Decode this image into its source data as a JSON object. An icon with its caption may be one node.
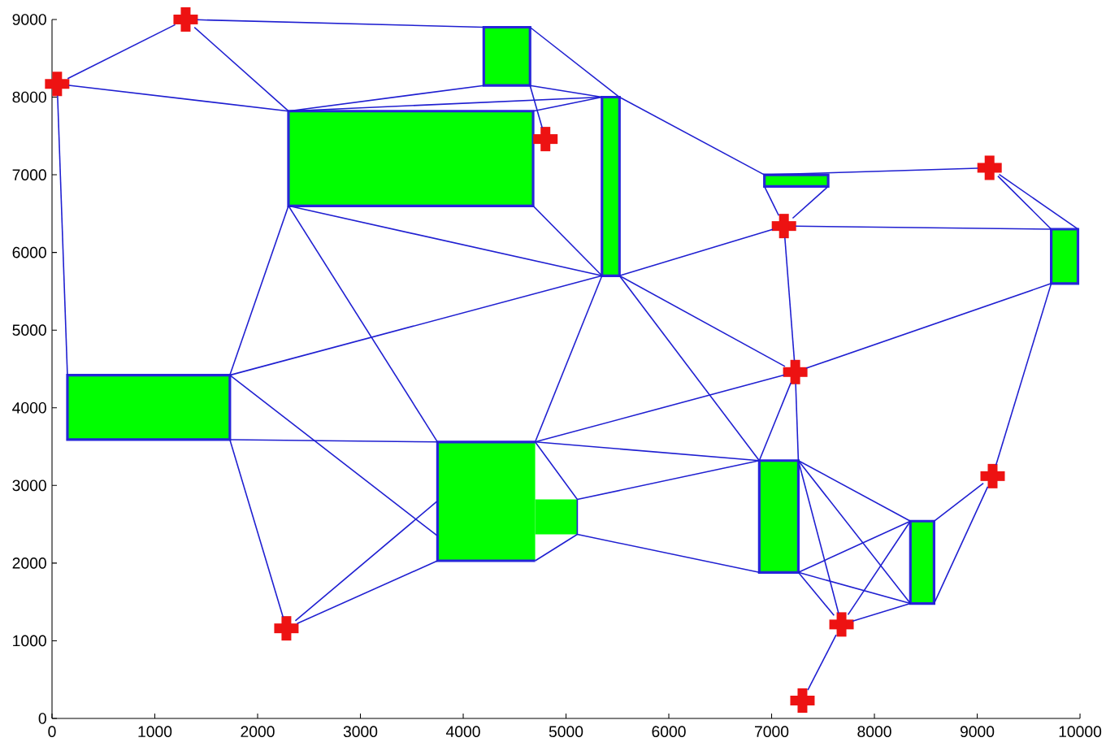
{
  "diagram": {
    "nodes": [
      {
        "text": [],
        "shape": "box"
      },
      {
        "text": [],
        "shape": "box"
      },
      {
        "text": [],
        "shape": "box"
      },
      {
        "text": [],
        "shape": "box"
      },
      {
        "text": [],
        "shape": "box"
      },
      {
        "text": [],
        "shape": "box"
      },
      {
        "text": [],
        "shape": "box"
      },
      {
        "text": [],
        "shape": "box"
      },
      {
        "text": [],
        "shape": "box"
      },
      {
        "text": [],
        "shape": "cross"
      },
      {
        "text": [],
        "shape": "cross"
      },
      {
        "text": [],
        "shape": "cross"
      },
      {
        "text": [],
        "shape": "cross"
      },
      {
        "text": [],
        "shape": "cross"
      },
      {
        "text": [],
        "shape": "cross"
      },
      {
        "text": [],
        "shape": "cross"
      },
      {
        "text": [],
        "shape": "cross"
      },
      {
        "text": [],
        "shape": "cross"
      },
      {
        "text": [],
        "shape": "cross"
      }
    ],
    "edges": [
      {
        "from": 10,
        "to": 9,
        "arrow": "none"
      },
      {
        "from": 10,
        "to": 0,
        "arrow": "none"
      },
      {
        "from": 0,
        "to": 2,
        "arrow": "none"
      },
      {
        "from": 10,
        "to": 1,
        "arrow": "none"
      },
      {
        "from": 9,
        "to": 1,
        "arrow": "none"
      },
      {
        "from": 9,
        "to": 5,
        "arrow": "none"
      },
      {
        "from": 1,
        "to": 0,
        "arrow": "none"
      },
      {
        "from": 1,
        "to": 2,
        "arrow": "none"
      },
      {
        "from": 1,
        "to": 2,
        "arrow": "none"
      },
      {
        "from": 0,
        "to": 2,
        "arrow": "none"
      },
      {
        "from": 0,
        "to": 11,
        "arrow": "none"
      },
      {
        "from": 2,
        "to": 3,
        "arrow": "none"
      },
      {
        "from": 3,
        "to": 13,
        "arrow": "none"
      },
      {
        "from": 3,
        "to": 12,
        "arrow": "none"
      },
      {
        "from": 3,
        "to": 12,
        "arrow": "none"
      },
      {
        "from": 13,
        "to": 4,
        "arrow": "none"
      },
      {
        "from": 13,
        "to": 4,
        "arrow": "none"
      },
      {
        "from": 12,
        "to": 4,
        "arrow": "none"
      },
      {
        "from": 12,
        "to": 2,
        "arrow": "none"
      },
      {
        "from": 12,
        "to": 14,
        "arrow": "none"
      },
      {
        "from": 1,
        "to": 2,
        "arrow": "none"
      },
      {
        "from": 1,
        "to": 5,
        "arrow": "none"
      },
      {
        "from": 1,
        "to": 6,
        "arrow": "none"
      },
      {
        "from": 1,
        "to": 2,
        "arrow": "none"
      },
      {
        "from": 2,
        "to": 5,
        "arrow": "none"
      },
      {
        "from": 2,
        "to": 6,
        "arrow": "none"
      },
      {
        "from": 2,
        "to": 14,
        "arrow": "none"
      },
      {
        "from": 2,
        "to": 7,
        "arrow": "none"
      },
      {
        "from": 5,
        "to": 6,
        "arrow": "none"
      },
      {
        "from": 5,
        "to": 6,
        "arrow": "none"
      },
      {
        "from": 5,
        "to": 16,
        "arrow": "none"
      },
      {
        "from": 16,
        "to": 6,
        "arrow": "none"
      },
      {
        "from": 16,
        "to": 6,
        "arrow": "none"
      },
      {
        "from": 6,
        "to": 7,
        "arrow": "none"
      },
      {
        "from": 6,
        "to": 14,
        "arrow": "none"
      },
      {
        "from": 6,
        "to": 7,
        "arrow": "none"
      },
      {
        "from": 6,
        "to": 7,
        "arrow": "none"
      },
      {
        "from": 14,
        "to": 4,
        "arrow": "none"
      },
      {
        "from": 14,
        "to": 7,
        "arrow": "none"
      },
      {
        "from": 14,
        "to": 7,
        "arrow": "none"
      },
      {
        "from": 7,
        "to": 8,
        "arrow": "none"
      },
      {
        "from": 7,
        "to": 8,
        "arrow": "none"
      },
      {
        "from": 7,
        "to": 17,
        "arrow": "none"
      },
      {
        "from": 7,
        "to": 8,
        "arrow": "none"
      },
      {
        "from": 7,
        "to": 8,
        "arrow": "none"
      },
      {
        "from": 7,
        "to": 17,
        "arrow": "none"
      },
      {
        "from": 4,
        "to": 15,
        "arrow": "none"
      },
      {
        "from": 15,
        "to": 8,
        "arrow": "none"
      },
      {
        "from": 15,
        "to": 8,
        "arrow": "none"
      },
      {
        "from": 17,
        "to": 8,
        "arrow": "none"
      },
      {
        "from": 17,
        "to": 8,
        "arrow": "none"
      },
      {
        "from": 17,
        "to": 18,
        "arrow": "none"
      }
    ],
    "labels": [
      "9000",
      "8000",
      "7000",
      "6000",
      "5000",
      "4000",
      "3000",
      "2000",
      "1000",
      "0",
      "0",
      "1000",
      "2000",
      "3000",
      "4000",
      "5000",
      "6000",
      "7000",
      "8000",
      "9000",
      "10000"
    ]
  }
}
